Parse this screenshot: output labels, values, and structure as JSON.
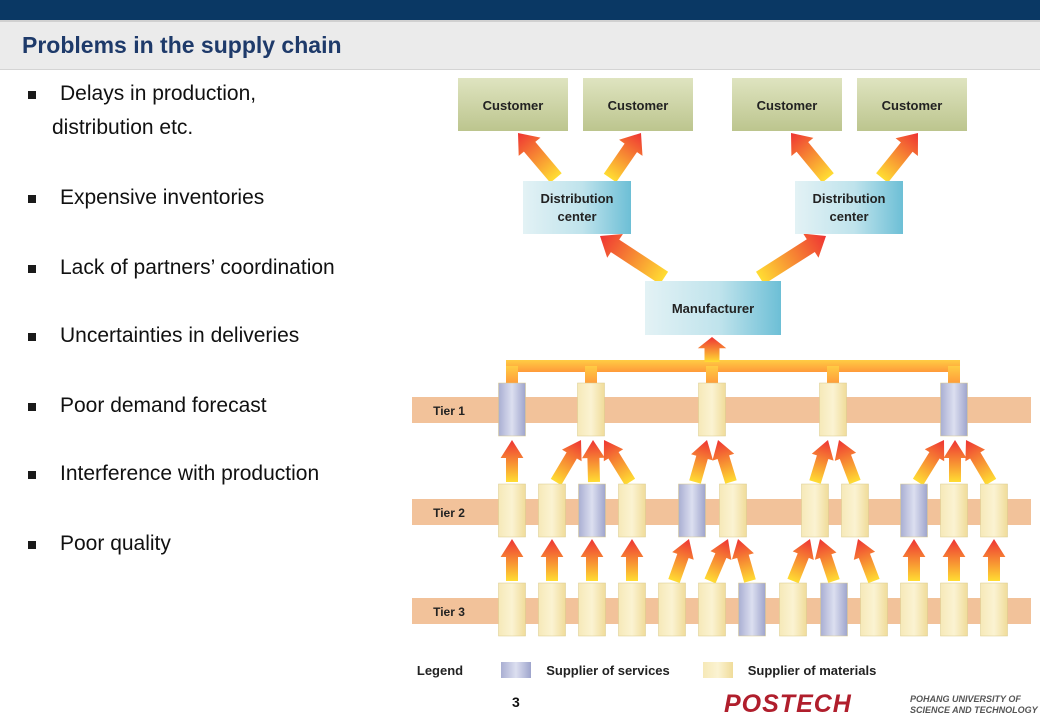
{
  "slide": {
    "title": "Problems in the supply chain",
    "page_number": "3"
  },
  "bullets": [
    {
      "line1": "Delays in production,",
      "line2": "distribution etc."
    },
    {
      "line1": "Expensive inventories"
    },
    {
      "line1": "Lack of partners’ coordination"
    },
    {
      "line1": "Uncertainties in deliveries"
    },
    {
      "line1": "Poor demand forecast"
    },
    {
      "line1": "Interference with production"
    },
    {
      "line1": "Poor quality"
    }
  ],
  "diagram": {
    "customers": [
      "Customer",
      "Customer",
      "Customer",
      "Customer"
    ],
    "distribution_centers": [
      {
        "line1": "Distribution",
        "line2": "center"
      },
      {
        "line1": "Distribution",
        "line2": "center"
      }
    ],
    "manufacturer": "Manufacturer",
    "tiers": [
      "Tier 1",
      "Tier 2",
      "Tier 3"
    ],
    "tier1_types": [
      "services",
      "materials",
      "materials",
      "materials",
      "services"
    ],
    "tier2_types": [
      "materials",
      "materials",
      "services",
      "materials",
      "services",
      "materials",
      "materials",
      "materials",
      "services",
      "materials",
      "materials"
    ],
    "tier3_types": [
      "materials",
      "materials",
      "materials",
      "materials",
      "materials",
      "materials",
      "services",
      "materials",
      "services",
      "materials",
      "materials",
      "materials",
      "materials"
    ],
    "legend": {
      "title": "Legend",
      "services": "Supplier of services",
      "materials": "Supplier of materials"
    },
    "colors": {
      "customer": "#c4cc9a",
      "distribution": "#8ccbd9",
      "manufacturer": "#7ec6da",
      "tier_band": "#f2c29a",
      "supplier_materials": "#f2e3a8",
      "supplier_services": "#b2b7d8",
      "arrow_base": "#ffdd33",
      "arrow_tip": "#ee3333"
    }
  },
  "logo": {
    "wordmark": "POSTECH",
    "line1": "POHANG UNIVERSITY OF",
    "line2": "SCIENCE AND TECHNOLOGY"
  }
}
